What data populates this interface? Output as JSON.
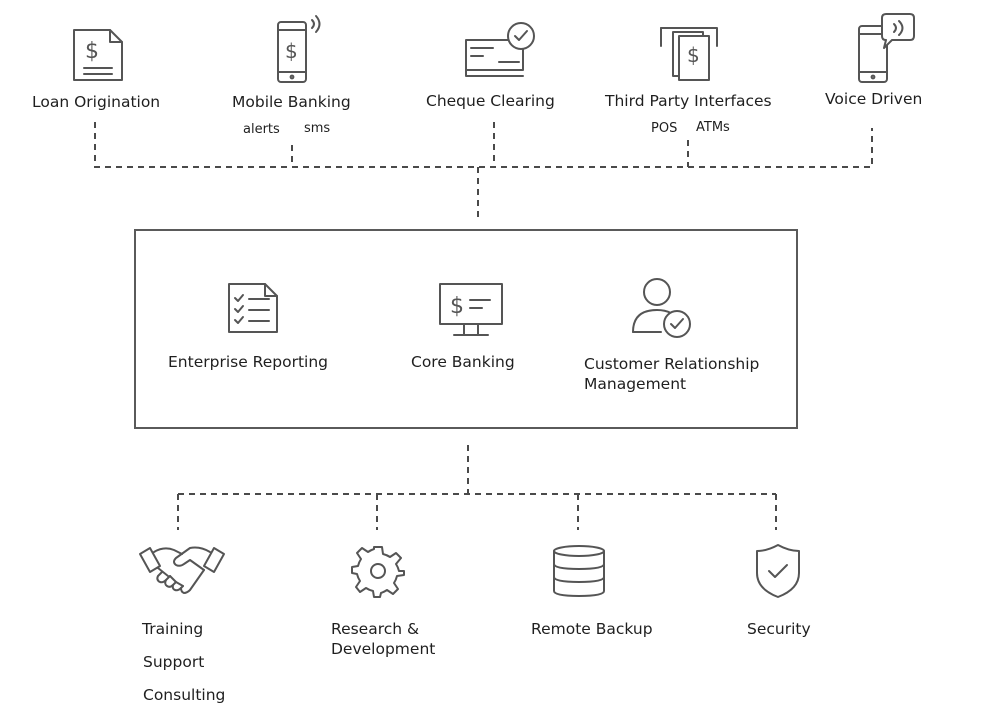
{
  "channels": {
    "loan_origination": "Loan Origination",
    "mobile_banking": "Mobile Banking",
    "mobile_banking_sub": [
      "alerts",
      "sms"
    ],
    "cheque_clearing": "Cheque Clearing",
    "third_party": "Third Party Interfaces",
    "third_party_sub": [
      "POS",
      "ATMs"
    ],
    "voice_driven": "Voice Driven"
  },
  "core": {
    "enterprise_reporting": "Enterprise Reporting",
    "core_banking": "Core Banking",
    "crm_line1": "Customer Relationship",
    "crm_line2": "Management"
  },
  "services": {
    "training": [
      "Training",
      "Support",
      "Consulting"
    ],
    "research_line1": "Research &",
    "research_line2": "Development",
    "remote_backup": "Remote Backup",
    "security": "Security"
  },
  "icons": {
    "loan_origination": "dollar-document-icon",
    "mobile_banking": "mobile-dollar-icon",
    "cheque_clearing": "cheque-check-icon",
    "third_party": "atm-cash-icon",
    "voice_driven": "phone-speech-icon",
    "enterprise_reporting": "checklist-document-icon",
    "core_banking": "monitor-dollar-icon",
    "crm": "user-check-icon",
    "training": "handshake-icon",
    "research": "gear-icon",
    "remote_backup": "database-icon",
    "security": "shield-check-icon"
  },
  "colors": {
    "icon_stroke": "#555555",
    "text": "#1f1f1f",
    "connector": "#4a4a4a"
  }
}
